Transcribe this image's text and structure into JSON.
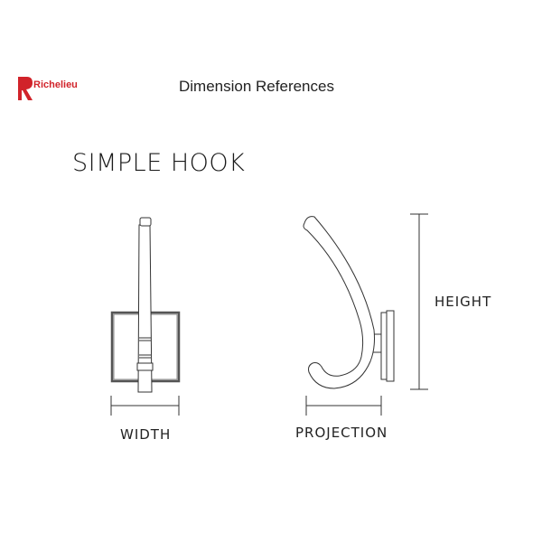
{
  "header": {
    "logo_text": "Richelieu",
    "title": "Dimension References"
  },
  "product": {
    "name": "SIMPLE HOOK"
  },
  "labels": {
    "width": "WIDTH",
    "projection": "PROJECTION",
    "height": "HEIGHT"
  },
  "colors": {
    "brand": "#d1232a",
    "line": "#333333"
  }
}
